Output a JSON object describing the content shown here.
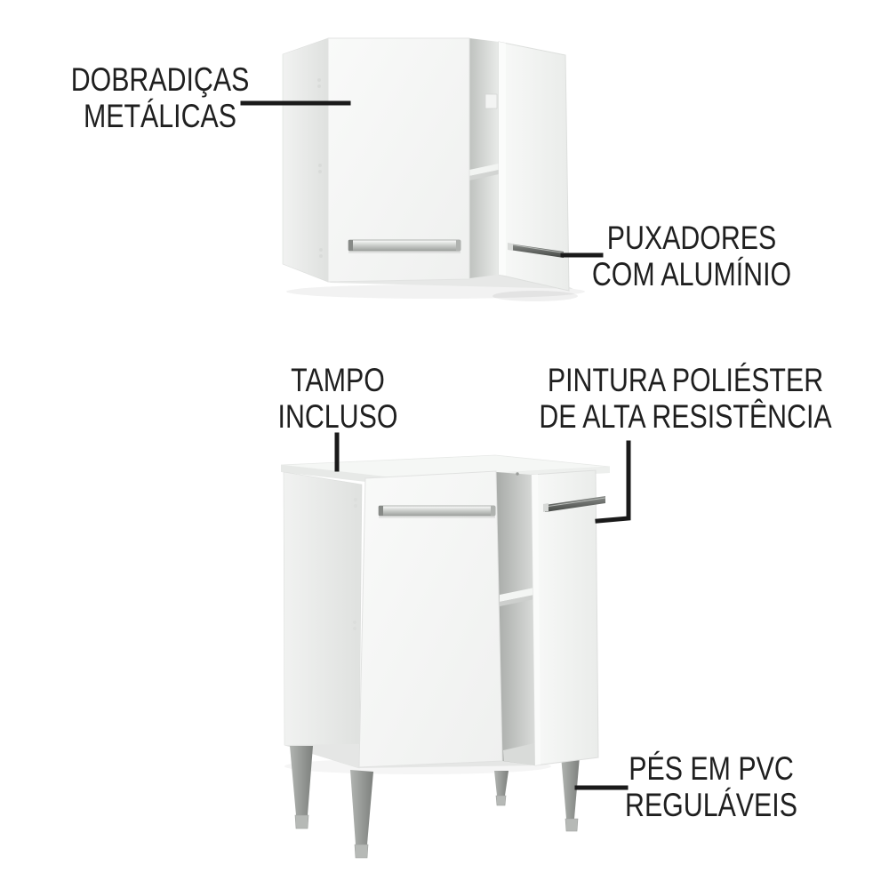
{
  "page": {
    "background": "#ffffff"
  },
  "colors": {
    "text": "#1f1f1f",
    "leader_line": "#1a1a1a",
    "cabinet_white": "#f5f6f5",
    "side_panel_gray": "#e6e8e6",
    "interior_shadow_gray": "#b0b3b0",
    "handle_aluminum": "#c9ccc9",
    "handle_dark_gray": "#4d504d",
    "leg_gray": "#949794",
    "leg_foot_gray": "#b6b9b6"
  },
  "annotations": {
    "hinges": {
      "label": "DOBRADIÇAS\nMETÁLICAS"
    },
    "handles": {
      "label": "PUXADORES\nCOM ALUMÍNIO"
    },
    "countertop": {
      "label": "TAMPO\nINCLUSO"
    },
    "paint": {
      "label": "PINTURA POLIÉSTER\nDE ALTA RESISTÊNCIA"
    },
    "feet": {
      "label": "PÉS EM PVC\nREGULÁVEIS"
    }
  }
}
